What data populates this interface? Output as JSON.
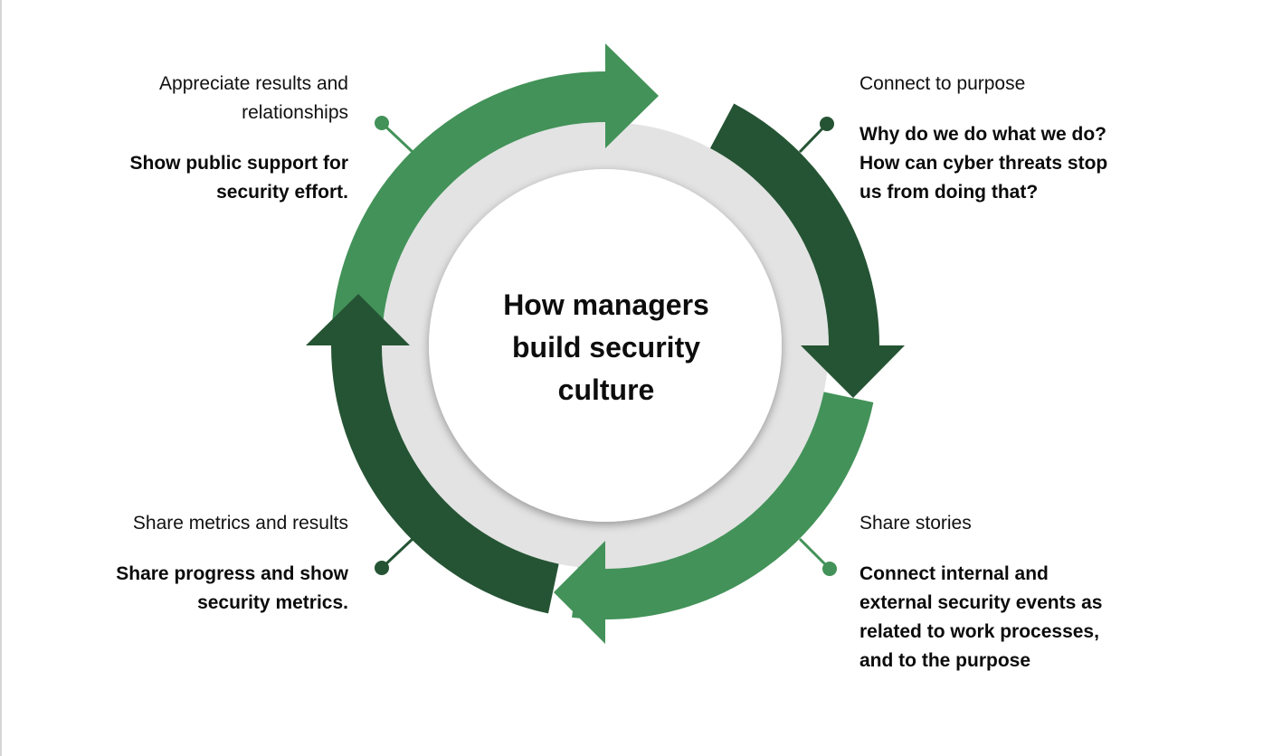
{
  "center": {
    "title_line1": "How managers",
    "title_line2": "build security",
    "title_line3": "culture"
  },
  "colors": {
    "light_green": "#439259",
    "dark_green": "#255434",
    "inner_ring": "#e3e3e3",
    "center_fill": "#ffffff"
  },
  "steps": {
    "top_left": {
      "title_line1": "Appreciate results and",
      "title_line2": "relationships",
      "desc_line1": "Show public support for",
      "desc_line2": "security effort."
    },
    "top_right": {
      "title_line1": "Connect to purpose",
      "desc_line1": "Why do we do what we do?",
      "desc_line2": "How can cyber threats stop",
      "desc_line3": "us from doing that?"
    },
    "bottom_left": {
      "title_line1": "Share metrics and results",
      "desc_line1": "Share progress and show",
      "desc_line2": "security metrics."
    },
    "bottom_right": {
      "title_line1": "Share stories",
      "desc_line1": "Connect internal and",
      "desc_line2": "external security events as",
      "desc_line3": "related to work processes,",
      "desc_line4": "and to the purpose"
    }
  }
}
